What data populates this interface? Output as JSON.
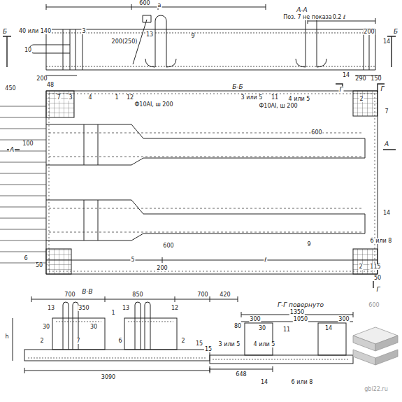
{
  "diagram": {
    "labels": [
      "а",
      "600",
      "А-А",
      "Поз. 7 не показано",
      "Б",
      "40 или 140",
      "3",
      "13",
      "200(250)",
      "9",
      "0.2 ℓ",
      "200",
      "Б",
      "14",
      "10",
      "200",
      "14",
      "290",
      "150",
      "Б-Б",
      "450",
      "48",
      "7",
      "3",
      "4",
      "1",
      "12",
      "Ф10АI, ш 200",
      "3 или 5",
      "11",
      "4 или 5",
      "Г",
      "Г",
      "2",
      "Ф10АI, ш 200",
      "7",
      "А",
      "100",
      "А",
      "600",
      "600",
      "14",
      "6 или 8",
      "6",
      "50",
      "5",
      "ℓ",
      "200",
      "9",
      "2",
      "115",
      "50",
      "Г",
      "В-В",
      "700",
      "850",
      "700",
      "420",
      "13",
      "350",
      "13",
      "12",
      "1",
      "30",
      "30",
      "h",
      "2",
      "7",
      "6",
      "2",
      "15",
      "3090",
      "Г-Г повернуто",
      "1350",
      "300",
      "1050",
      "300",
      "600",
      "80",
      "30",
      "11",
      "14",
      "3 или 5",
      "4 или 5",
      "15",
      "648",
      "14",
      "6 или 8",
      "gbi22.ru"
    ]
  }
}
